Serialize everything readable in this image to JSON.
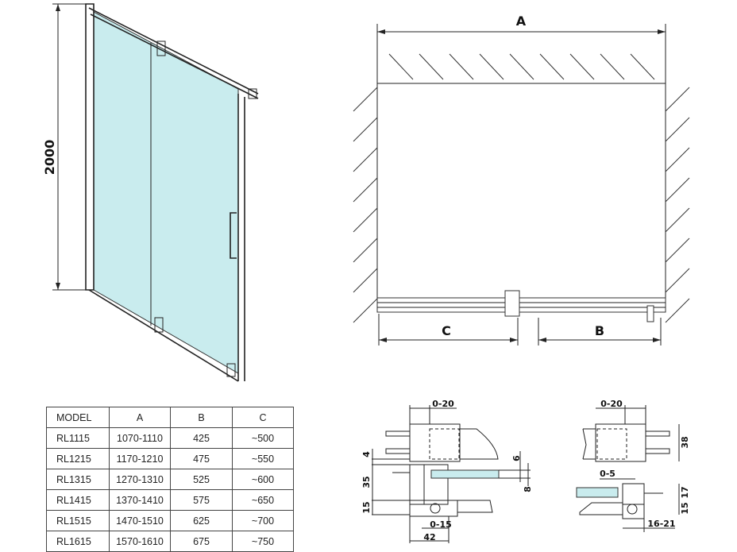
{
  "elevation": {
    "height_label": "2000"
  },
  "plan": {
    "width_label": "A",
    "left_label": "C",
    "right_label": "B"
  },
  "table": {
    "headers": [
      "MODEL",
      "A",
      "B",
      "C"
    ],
    "rows": [
      [
        "RL1115",
        "1070-1110",
        "425",
        "~500"
      ],
      [
        "RL1215",
        "1170-1210",
        "475",
        "~550"
      ],
      [
        "RL1315",
        "1270-1310",
        "525",
        "~600"
      ],
      [
        "RL1415",
        "1370-1410",
        "575",
        "~650"
      ],
      [
        "RL1515",
        "1470-1510",
        "625",
        "~700"
      ],
      [
        "RL1615",
        "1570-1610",
        "675",
        "~750"
      ]
    ]
  },
  "detail_left": {
    "top": "0-20",
    "d4": "4",
    "d35": "35",
    "d15": "15",
    "d6": "6",
    "d8": "8",
    "d015": "0-15",
    "d42": "42"
  },
  "detail_right": {
    "top": "0-20",
    "d38": "38",
    "d05": "0-5",
    "d17": "17",
    "d15": "15",
    "d1621": "16-21"
  },
  "colors": {
    "glass": "#c9ecee"
  }
}
